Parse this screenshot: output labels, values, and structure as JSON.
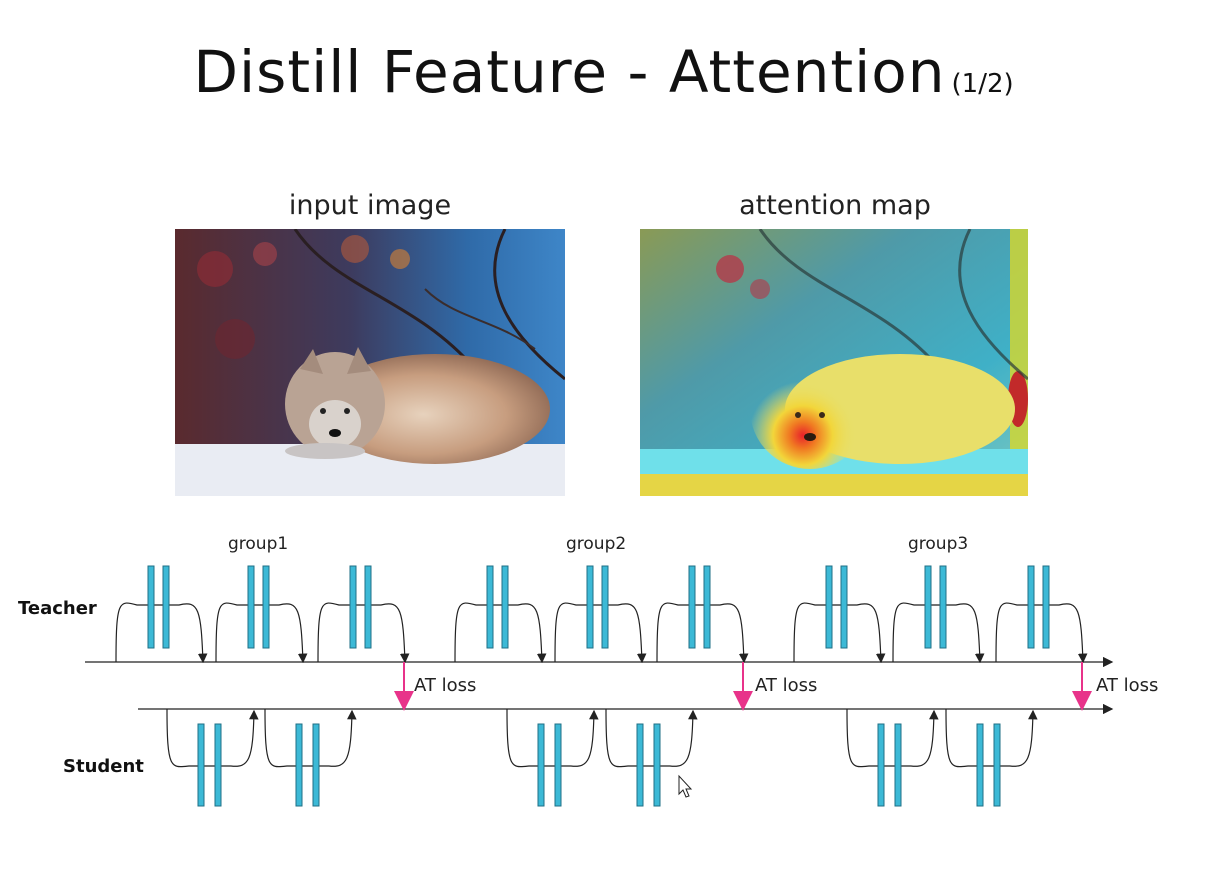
{
  "title": {
    "main": "Distill Feature - Attention",
    "sub": "(1/2)"
  },
  "images": {
    "input_caption": "input image",
    "attention_caption": "attention map"
  },
  "diagram": {
    "teacher_label": "Teacher",
    "student_label": "Student",
    "groups": [
      "group1",
      "group2",
      "group3"
    ],
    "loss_label": "AT loss",
    "colors": {
      "block_fill": "#3cb9d6",
      "block_stroke": "#1f6f86",
      "loss_arrow": "#e8338a",
      "line": "#222222"
    }
  }
}
